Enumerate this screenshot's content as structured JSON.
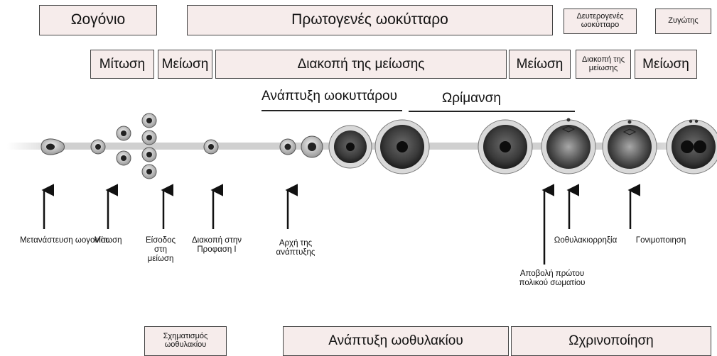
{
  "top_row": {
    "oogonium": "Ωογόνιο",
    "primary_oocyte": "Πρωτογενές ωοκύτταρο",
    "secondary_oocyte": "Δευτερογενές ωοκύτταρο",
    "zygote": "Ζυγώτης"
  },
  "second_row": {
    "mitosis": "Μίτωση",
    "meiosis_1": "Μείωση",
    "meiotic_arrest_1": "Διακοπή της μείωσης",
    "meiosis_2": "Μείωση",
    "meiotic_arrest_2": "Διακοπή της μείωσης",
    "meiosis_3": "Μείωση"
  },
  "phases": {
    "oocyte_growth": "Ανάπτυξη ωοκυττάρου",
    "maturation": "Ωρίμανση"
  },
  "events": {
    "migration": "Μετανάστευση ωογονίου",
    "mitosis": "Μίτωση",
    "meiosis_entry": "Είσοδος στη μείωση",
    "prophase_arrest": "Διακοπή στην Προφαση Ι",
    "growth_start": "Αρχή της ανάπτυξης",
    "first_polar_body": "Αποβολή πρώτου πολικού σωματίου",
    "ovulation": "Ωοθυλακιορρηξία",
    "fertilization": "Γονιμοποιηση"
  },
  "bottom_row": {
    "follicle_formation": "Σχηματισμός ωοθυλακίου",
    "follicle_growth": "Ανάπτυξη ωοθυλακίου",
    "luteinization": "Ωχρινοποίηση"
  },
  "colors": {
    "box_fill": "#f6eceb",
    "box_border": "#444444",
    "cell_outer": "#d8d8d8",
    "cell_inner": "#1e1e1e"
  }
}
